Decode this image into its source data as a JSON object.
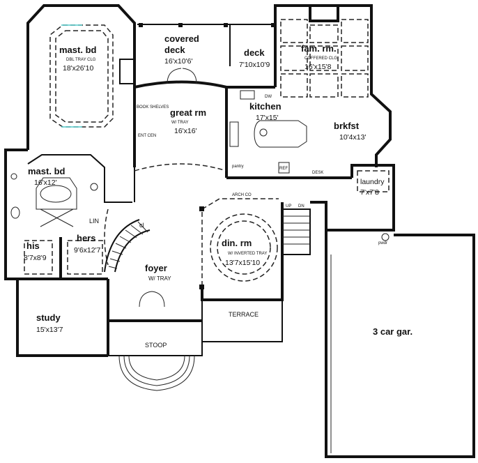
{
  "rooms": {
    "master_bed_upper": {
      "name": "mast. bd",
      "note": "DBL TRAY CLG",
      "size": "18'x26'10"
    },
    "covered_deck": {
      "name_line1": "covered",
      "name_line2": "deck",
      "size": "16'x10'6'"
    },
    "deck": {
      "name": "deck",
      "size": "7'10x10'9"
    },
    "family_room": {
      "name": "fam. rm.",
      "note": "COFFERED CLG",
      "size": "16'x15'8"
    },
    "great_room": {
      "name": "great rm",
      "note": "W/ TRAY",
      "size": "16'x16'"
    },
    "kitchen": {
      "name": "kitchen",
      "size": "17'x15'"
    },
    "breakfast": {
      "name": "brkfst",
      "size": "10'4x13'"
    },
    "master_bath": {
      "name": "mast. bd",
      "size": "16'x12'"
    },
    "laundry": {
      "name": "laundry",
      "size": "7'x7'8"
    },
    "his_closet": {
      "name": "his",
      "size": "8'7x8'9"
    },
    "hers_closet": {
      "name": "hers",
      "size": "9'6x12'7"
    },
    "foyer": {
      "name": "foyer",
      "note": "W/ TRAY"
    },
    "dining_room": {
      "name": "din. rm",
      "note": "W/ INVERTED TRAY",
      "size": "13'7x15'10"
    },
    "study": {
      "name": "study",
      "size": "15'x13'7"
    },
    "terrace": {
      "name": "TERRACE"
    },
    "stoop": {
      "name": "STOOP"
    },
    "garage": {
      "name": "3 car gar."
    }
  },
  "small_labels": {
    "pantry": "pantry",
    "ref": "REF",
    "desk": "DESK",
    "dw": "DW",
    "lin": "LIN",
    "cl": "cl",
    "arch_co": "ARCH CO",
    "up": "UP",
    "dn": "DN",
    "ent_cen": "ENT CEN",
    "book_shelves": "BOOK SHELVES",
    "powder": "pwdr"
  }
}
